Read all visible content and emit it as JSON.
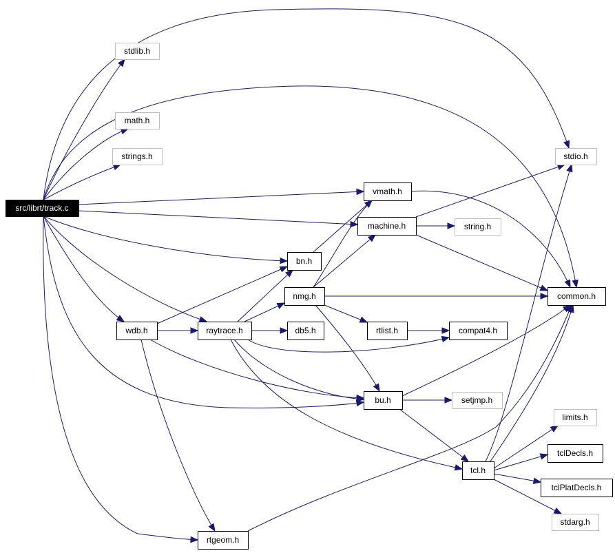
{
  "title": "",
  "colors": {
    "edge": "#191970",
    "root_fill": "#000000",
    "node_border": "#000000",
    "missing_border": "#bfbfbf",
    "background": "#ffffff"
  },
  "nodes": [
    {
      "id": "track_c",
      "label": "src/librt/track.c",
      "kind": "root"
    },
    {
      "id": "stdlib_h",
      "label": "stdlib.h",
      "kind": "missing"
    },
    {
      "id": "math_h",
      "label": "math.h",
      "kind": "missing"
    },
    {
      "id": "strings_h",
      "label": "strings.h",
      "kind": "missing"
    },
    {
      "id": "stdio_h",
      "label": "stdio.h",
      "kind": "missing"
    },
    {
      "id": "vmath_h",
      "label": "vmath.h",
      "kind": "normal"
    },
    {
      "id": "machine_h",
      "label": "machine.h",
      "kind": "normal"
    },
    {
      "id": "string_h",
      "label": "string.h",
      "kind": "missing"
    },
    {
      "id": "bn_h",
      "label": "bn.h",
      "kind": "normal"
    },
    {
      "id": "nmg_h",
      "label": "nmg.h",
      "kind": "normal"
    },
    {
      "id": "common_h",
      "label": "common.h",
      "kind": "normal"
    },
    {
      "id": "wdb_h",
      "label": "wdb.h",
      "kind": "normal"
    },
    {
      "id": "raytrace_h",
      "label": "raytrace.h",
      "kind": "normal"
    },
    {
      "id": "db5_h",
      "label": "db5.h",
      "kind": "normal"
    },
    {
      "id": "rtlist_h",
      "label": "rtlist.h",
      "kind": "normal"
    },
    {
      "id": "compat4_h",
      "label": "compat4.h",
      "kind": "normal"
    },
    {
      "id": "bu_h",
      "label": "bu.h",
      "kind": "normal"
    },
    {
      "id": "setjmp_h",
      "label": "setjmp.h",
      "kind": "missing"
    },
    {
      "id": "limits_h",
      "label": "limits.h",
      "kind": "missing"
    },
    {
      "id": "tcl_h",
      "label": "tcl.h",
      "kind": "normal"
    },
    {
      "id": "tclDecls_h",
      "label": "tclDecls.h",
      "kind": "normal"
    },
    {
      "id": "tclPlatDecls_h",
      "label": "tclPlatDecls.h",
      "kind": "normal"
    },
    {
      "id": "stdarg_h",
      "label": "stdarg.h",
      "kind": "missing"
    },
    {
      "id": "rtgeom_h",
      "label": "rtgeom.h",
      "kind": "normal"
    }
  ],
  "edges": [
    {
      "from": "track_c",
      "to": "stdlib_h"
    },
    {
      "from": "track_c",
      "to": "stdio_h"
    },
    {
      "from": "track_c",
      "to": "common_h"
    },
    {
      "from": "track_c",
      "to": "math_h"
    },
    {
      "from": "track_c",
      "to": "strings_h"
    },
    {
      "from": "track_c",
      "to": "vmath_h"
    },
    {
      "from": "track_c",
      "to": "machine_h"
    },
    {
      "from": "track_c",
      "to": "bn_h"
    },
    {
      "from": "track_c",
      "to": "raytrace_h"
    },
    {
      "from": "track_c",
      "to": "wdb_h"
    },
    {
      "from": "track_c",
      "to": "bu_h"
    },
    {
      "from": "track_c",
      "to": "rtgeom_h"
    },
    {
      "from": "vmath_h",
      "to": "common_h"
    },
    {
      "from": "machine_h",
      "to": "stdio_h"
    },
    {
      "from": "machine_h",
      "to": "string_h"
    },
    {
      "from": "machine_h",
      "to": "common_h"
    },
    {
      "from": "bn_h",
      "to": "vmath_h"
    },
    {
      "from": "nmg_h",
      "to": "vmath_h"
    },
    {
      "from": "nmg_h",
      "to": "machine_h"
    },
    {
      "from": "nmg_h",
      "to": "common_h"
    },
    {
      "from": "nmg_h",
      "to": "rtlist_h"
    },
    {
      "from": "nmg_h",
      "to": "bu_h"
    },
    {
      "from": "rtlist_h",
      "to": "compat4_h"
    },
    {
      "from": "wdb_h",
      "to": "bn_h"
    },
    {
      "from": "wdb_h",
      "to": "raytrace_h"
    },
    {
      "from": "wdb_h",
      "to": "bu_h"
    },
    {
      "from": "wdb_h",
      "to": "rtgeom_h"
    },
    {
      "from": "raytrace_h",
      "to": "bn_h"
    },
    {
      "from": "raytrace_h",
      "to": "nmg_h"
    },
    {
      "from": "raytrace_h",
      "to": "db5_h"
    },
    {
      "from": "raytrace_h",
      "to": "compat4_h"
    },
    {
      "from": "raytrace_h",
      "to": "bu_h"
    },
    {
      "from": "raytrace_h",
      "to": "tcl_h"
    },
    {
      "from": "bu_h",
      "to": "setjmp_h"
    },
    {
      "from": "bu_h",
      "to": "common_h"
    },
    {
      "from": "bu_h",
      "to": "tcl_h"
    },
    {
      "from": "tcl_h",
      "to": "stdio_h"
    },
    {
      "from": "tcl_h",
      "to": "common_h"
    },
    {
      "from": "tcl_h",
      "to": "limits_h"
    },
    {
      "from": "tcl_h",
      "to": "tclDecls_h"
    },
    {
      "from": "tcl_h",
      "to": "tclPlatDecls_h"
    },
    {
      "from": "tcl_h",
      "to": "stdarg_h"
    },
    {
      "from": "rtgeom_h",
      "to": "common_h"
    }
  ]
}
